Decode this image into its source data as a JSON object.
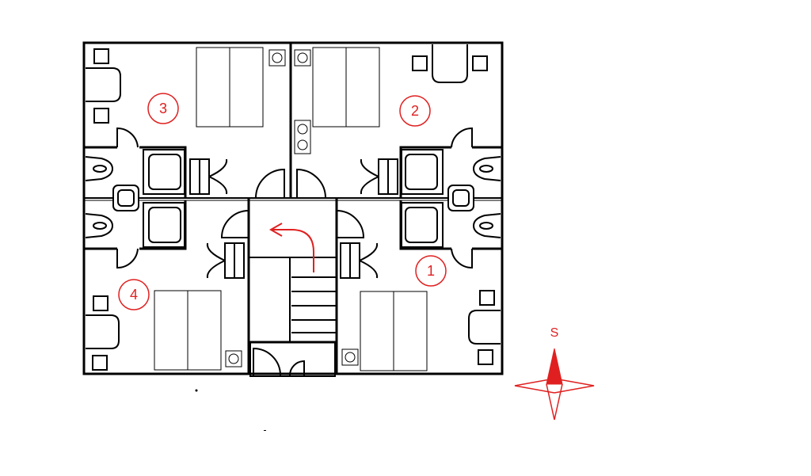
{
  "colors": {
    "wall": "#000000",
    "accent": "#e02020",
    "background": "#ffffff"
  },
  "rooms": [
    {
      "number": "1"
    },
    {
      "number": "2"
    },
    {
      "number": "3"
    },
    {
      "number": "4"
    }
  ],
  "compass": {
    "label": "S"
  },
  "icons": [
    "bed-icon",
    "chair-icon",
    "table-icon",
    "toilet-icon",
    "shower-icon",
    "sink-icon",
    "door-icon",
    "stairs-icon",
    "arrow-icon",
    "compass-icon"
  ]
}
